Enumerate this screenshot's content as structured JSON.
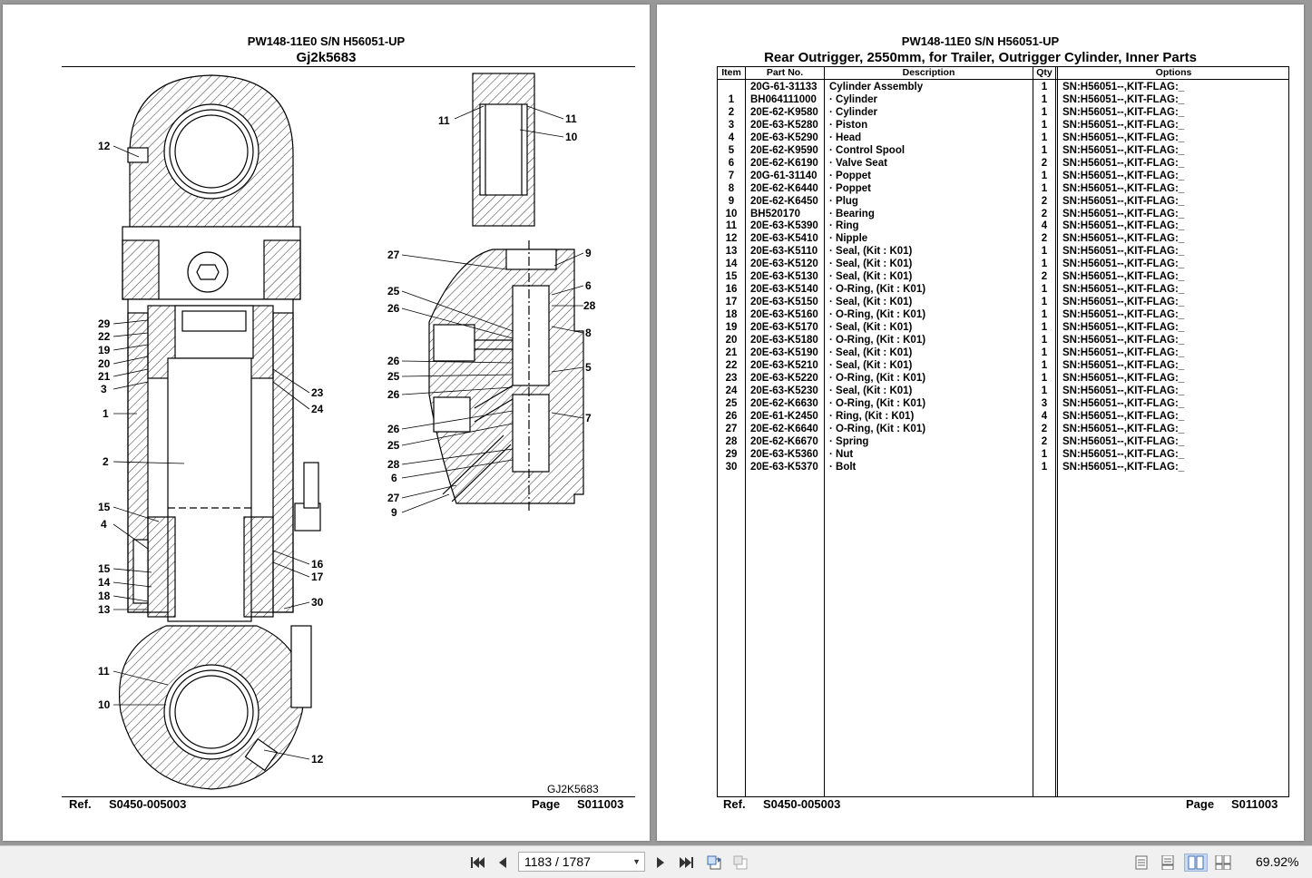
{
  "left_page": {
    "model": "PW148-11E0 S/N H56051-UP",
    "figure_title": "Gj2k5683",
    "figure_code": "GJ2K5683",
    "ref_label": "Ref.",
    "ref_value": "S0450-005003",
    "page_label": "Page",
    "page_value": "S011003",
    "callouts": {
      "c12a": "12",
      "c29": "29",
      "c22": "22",
      "c19": "19",
      "c20": "20",
      "c21": "21",
      "c3": "3",
      "c1": "1",
      "c2": "2",
      "c23": "23",
      "c24": "24",
      "c15a": "15",
      "c4": "4",
      "c15b": "15",
      "c14": "14",
      "c18": "18",
      "c13": "13",
      "c16": "16",
      "c17": "17",
      "c30": "30",
      "c11a": "11",
      "c10a": "10",
      "c12b": "12",
      "c11b": "11",
      "c11c": "11",
      "c10b": "10",
      "v27a": "27",
      "v9a": "9",
      "v6a": "6",
      "v28a": "28",
      "v25a": "25",
      "v26a": "26",
      "v8": "8",
      "v26b": "26",
      "v25b": "25",
      "v5": "5",
      "v26c": "26",
      "v7": "7",
      "v26d": "26",
      "v25c": "25",
      "v28b": "28",
      "v6b": "6",
      "v27b": "27",
      "v9b": "9"
    }
  },
  "right_page": {
    "model": "PW148-11E0 S/N H56051-UP",
    "title": "Rear Outrigger, 2550mm, for Trailer, Outrigger Cylinder, Inner Parts",
    "ref_label": "Ref.",
    "ref_value": "S0450-005003",
    "page_label": "Page",
    "page_value": "S011003",
    "table": {
      "headers": [
        "Item",
        "Part No.",
        "Description",
        "Qty",
        "Options"
      ],
      "rows": [
        [
          "",
          "20G-61-31133",
          "Cylinder Assembly",
          "1",
          "SN:H56051--,KIT-FLAG:_"
        ],
        [
          "1",
          "BH064111000",
          "· Cylinder",
          "1",
          "SN:H56051--,KIT-FLAG:_"
        ],
        [
          "2",
          "20E-62-K9580",
          "· Cylinder",
          "1",
          "SN:H56051--,KIT-FLAG:_"
        ],
        [
          "3",
          "20E-63-K5280",
          "· Piston",
          "1",
          "SN:H56051--,KIT-FLAG:_"
        ],
        [
          "4",
          "20E-63-K5290",
          "· Head",
          "1",
          "SN:H56051--,KIT-FLAG:_"
        ],
        [
          "5",
          "20E-62-K9590",
          "· Control Spool",
          "1",
          "SN:H56051--,KIT-FLAG:_"
        ],
        [
          "6",
          "20E-62-K6190",
          "· Valve Seat",
          "2",
          "SN:H56051--,KIT-FLAG:_"
        ],
        [
          "7",
          "20G-61-31140",
          "· Poppet",
          "1",
          "SN:H56051--,KIT-FLAG:_"
        ],
        [
          "8",
          "20E-62-K6440",
          "· Poppet",
          "1",
          "SN:H56051--,KIT-FLAG:_"
        ],
        [
          "9",
          "20E-62-K6450",
          "· Plug",
          "2",
          "SN:H56051--,KIT-FLAG:_"
        ],
        [
          "10",
          "BH520170",
          "· Bearing",
          "2",
          "SN:H56051--,KIT-FLAG:_"
        ],
        [
          "11",
          "20E-63-K5390",
          "· Ring",
          "4",
          "SN:H56051--,KIT-FLAG:_"
        ],
        [
          "12",
          "20E-63-K5410",
          "· Nipple",
          "2",
          "SN:H56051--,KIT-FLAG:_"
        ],
        [
          "13",
          "20E-63-K5110",
          "· Seal, (Kit : K01)",
          "1",
          "SN:H56051--,KIT-FLAG:_"
        ],
        [
          "14",
          "20E-63-K5120",
          "· Seal, (Kit : K01)",
          "1",
          "SN:H56051--,KIT-FLAG:_"
        ],
        [
          "15",
          "20E-63-K5130",
          "· Seal, (Kit : K01)",
          "2",
          "SN:H56051--,KIT-FLAG:_"
        ],
        [
          "16",
          "20E-63-K5140",
          "· O-Ring, (Kit : K01)",
          "1",
          "SN:H56051--,KIT-FLAG:_"
        ],
        [
          "17",
          "20E-63-K5150",
          "· Seal, (Kit : K01)",
          "1",
          "SN:H56051--,KIT-FLAG:_"
        ],
        [
          "18",
          "20E-63-K5160",
          "· O-Ring, (Kit : K01)",
          "1",
          "SN:H56051--,KIT-FLAG:_"
        ],
        [
          "19",
          "20E-63-K5170",
          "· Seal, (Kit : K01)",
          "1",
          "SN:H56051--,KIT-FLAG:_"
        ],
        [
          "20",
          "20E-63-K5180",
          "· O-Ring, (Kit : K01)",
          "1",
          "SN:H56051--,KIT-FLAG:_"
        ],
        [
          "21",
          "20E-63-K5190",
          "· Seal, (Kit : K01)",
          "1",
          "SN:H56051--,KIT-FLAG:_"
        ],
        [
          "22",
          "20E-63-K5210",
          "· Seal, (Kit : K01)",
          "1",
          "SN:H56051--,KIT-FLAG:_"
        ],
        [
          "23",
          "20E-63-K5220",
          "· O-Ring, (Kit : K01)",
          "1",
          "SN:H56051--,KIT-FLAG:_"
        ],
        [
          "24",
          "20E-63-K5230",
          "· Seal, (Kit : K01)",
          "1",
          "SN:H56051--,KIT-FLAG:_"
        ],
        [
          "25",
          "20E-62-K6630",
          "· O-Ring, (Kit : K01)",
          "3",
          "SN:H56051--,KIT-FLAG:_"
        ],
        [
          "26",
          "20E-61-K2450",
          "· Ring, (Kit : K01)",
          "4",
          "SN:H56051--,KIT-FLAG:_"
        ],
        [
          "27",
          "20E-62-K6640",
          "· O-Ring, (Kit : K01)",
          "2",
          "SN:H56051--,KIT-FLAG:_"
        ],
        [
          "28",
          "20E-62-K6670",
          "· Spring",
          "2",
          "SN:H56051--,KIT-FLAG:_"
        ],
        [
          "29",
          "20E-63-K5360",
          "· Nut",
          "1",
          "SN:H56051--,KIT-FLAG:_"
        ],
        [
          "30",
          "20E-63-K5370",
          "· Bolt",
          "1",
          "SN:H56051--,KIT-FLAG:_"
        ]
      ]
    }
  },
  "toolbar": {
    "page_indicator": "1183 / 1787",
    "zoom": "69.92%",
    "icons": {
      "first": "first-page-icon",
      "prev": "previous-page-icon",
      "next": "next-page-icon",
      "last": "last-page-icon",
      "back": "go-back-icon",
      "forward": "go-forward-icon",
      "single": "single-page-icon",
      "continuous": "continuous-page-icon",
      "facing": "facing-pages-icon",
      "facing_cont": "continuous-facing-icon"
    }
  }
}
